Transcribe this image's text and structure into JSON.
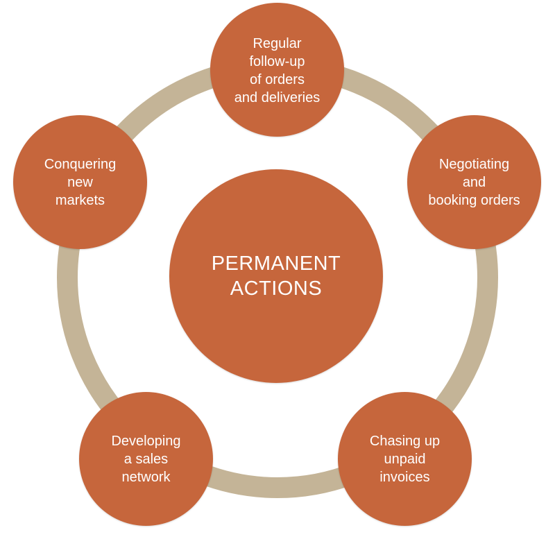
{
  "diagram": {
    "center": {
      "label": "PERMANENT\nACTIONS"
    },
    "nodes": [
      {
        "label": "Regular\nfollow-up\nof orders\nand deliveries"
      },
      {
        "label": "Negotiating\nand\nbooking orders"
      },
      {
        "label": "Chasing up\nunpaid\ninvoices"
      },
      {
        "label": "Developing\na sales\nnetwork"
      },
      {
        "label": "Conquering\nnew\nmarkets"
      }
    ],
    "colors": {
      "node_fill": "#c6663c",
      "ring": "#c4b497",
      "text": "#ffffff",
      "background": "#ffffff"
    }
  }
}
